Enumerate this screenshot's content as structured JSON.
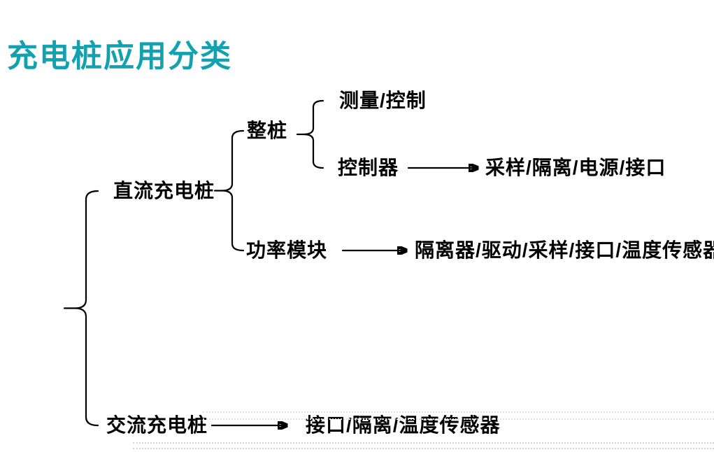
{
  "colors": {
    "accent_teal": "#12a1ae",
    "line": "#000000",
    "text": "#000000",
    "background": "#ffffff"
  },
  "title": {
    "text": "充电桩应用分类"
  },
  "diagram": {
    "nodes": {
      "dc_pile": "直流充电桩",
      "ac_pile": "交流充电桩",
      "whole_pile": "整桩",
      "power_module": "功率模块",
      "measure_control": "测量/控制",
      "controller": "控制器",
      "controller_parts": "采样/隔离/电源/接口",
      "power_module_parts": "隔离器/驱动/采样/接口/温度传感器",
      "ac_pile_parts": "接口/隔离/温度传感器"
    },
    "hierarchy": [
      {
        "parent": null,
        "children": [
          "直流充电桩",
          "交流充电桩"
        ],
        "connector": "brace"
      },
      {
        "parent": "直流充电桩",
        "children": [
          "整桩",
          "功率模块"
        ],
        "connector": "brace"
      },
      {
        "parent": "整桩",
        "children": [
          "测量/控制",
          "控制器"
        ],
        "connector": "brace"
      },
      {
        "parent": "控制器",
        "children": [
          "采样/隔离/电源/接口"
        ],
        "connector": "arrow"
      },
      {
        "parent": "功率模块",
        "children": [
          "隔离器/驱动/采样/接口/温度传感器"
        ],
        "connector": "arrow"
      },
      {
        "parent": "交流充电桩",
        "children": [
          "接口/隔离/温度传感器"
        ],
        "connector": "arrow"
      }
    ]
  }
}
